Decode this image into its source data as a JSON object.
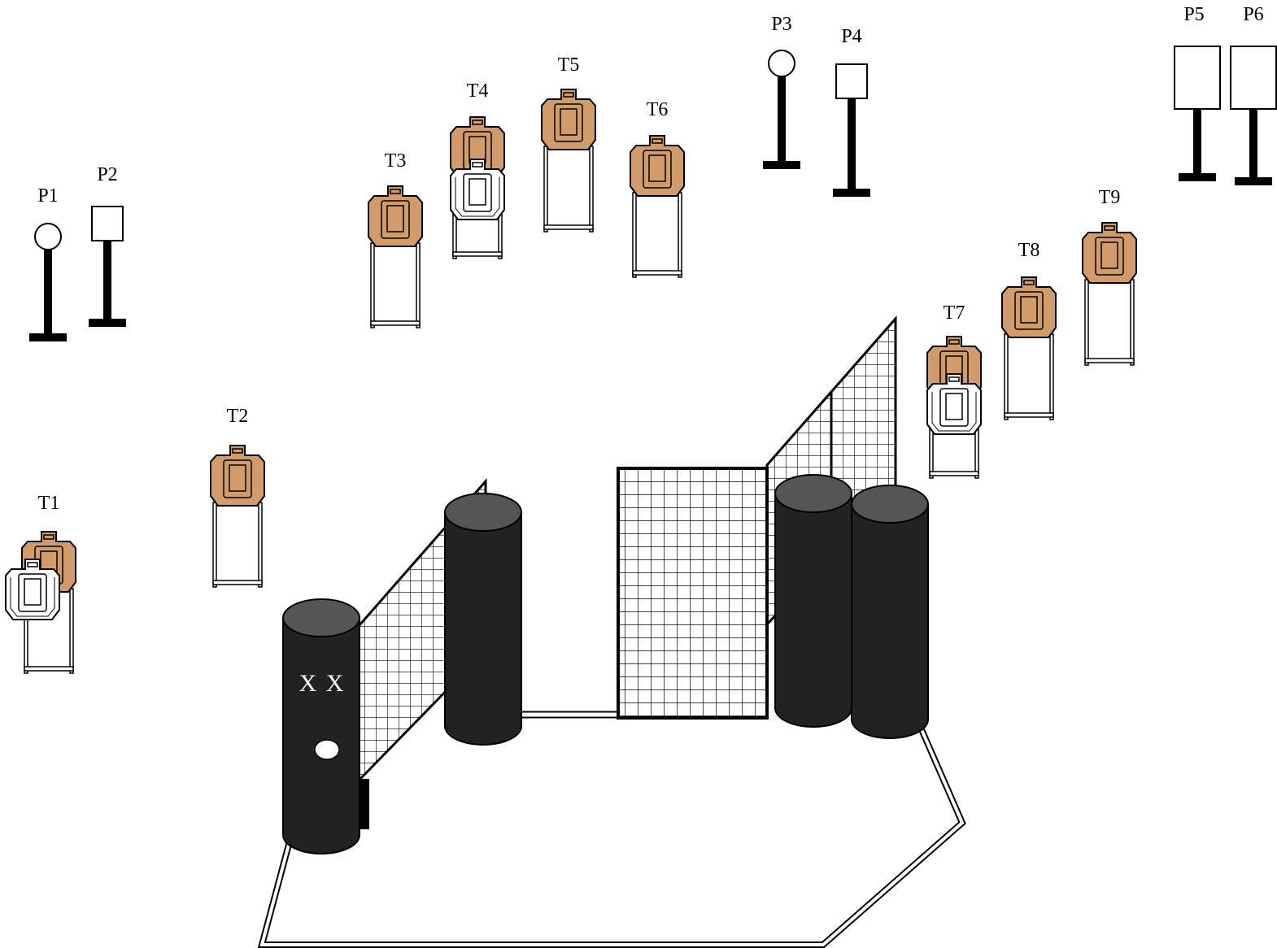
{
  "colors": {
    "target_tan": "#d19c69",
    "barrel_body": "#222222",
    "barrel_top": "#555555",
    "background": "#ffffff",
    "stroke": "#000000"
  },
  "steel_targets": [
    {
      "label": "P1",
      "shape": "circle"
    },
    {
      "label": "P2",
      "shape": "square"
    },
    {
      "label": "P3",
      "shape": "circle"
    },
    {
      "label": "P4",
      "shape": "square"
    },
    {
      "label": "P5",
      "shape": "rectangle"
    },
    {
      "label": "P6",
      "shape": "rectangle"
    }
  ],
  "paper_targets": [
    {
      "label": "T1",
      "no_shoot": true
    },
    {
      "label": "T2",
      "no_shoot": false
    },
    {
      "label": "T3",
      "no_shoot": false
    },
    {
      "label": "T4",
      "no_shoot": true
    },
    {
      "label": "T5",
      "no_shoot": false
    },
    {
      "label": "T6",
      "no_shoot": false
    },
    {
      "label": "T7",
      "no_shoot": true
    },
    {
      "label": "T8",
      "no_shoot": false
    },
    {
      "label": "T9",
      "no_shoot": false
    }
  ],
  "start_barrel": {
    "marking": "X X"
  },
  "icons": {
    "steel": "popper-icon",
    "paper": "idpa-target-icon",
    "no_shoot": "no-shoot-target-icon",
    "barrel": "barrel-icon",
    "wall": "mesh-wall-icon",
    "fault_line": "fault-line-icon"
  }
}
